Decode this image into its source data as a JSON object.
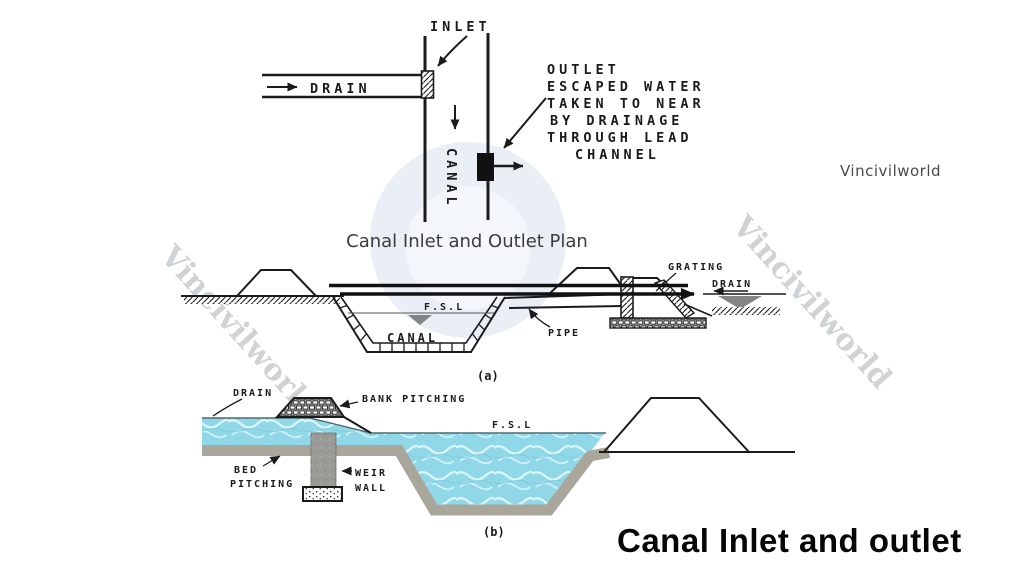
{
  "page": {
    "credit": "Vincivilworld",
    "watermark": "Vincivilworld",
    "title": "Canal Inlet and outlet"
  },
  "plan": {
    "caption": "Canal Inlet and Outlet Plan",
    "inlet": "INLET",
    "drain": "DRAIN",
    "canal": "CANAL",
    "outlet_note": [
      "OUTLET",
      "ESCAPED WATER",
      "TAKEN TO NEAR",
      "BY DRAINAGE",
      "THROUGH LEAD",
      "CHANNEL"
    ]
  },
  "section_a": {
    "fsl": "F.S.L",
    "canal": "CANAL",
    "pipe": "PIPE",
    "grating": "GRATING",
    "drain": "DRAIN",
    "tag": "(a)"
  },
  "section_b": {
    "drain": "DRAIN",
    "bank_pitching": "BANK PITCHING",
    "fsl": "F.S.L",
    "bed_pitching": [
      "BED",
      "PITCHING"
    ],
    "weir_wall": [
      "WEIR",
      "WALL"
    ],
    "tag": "(b)"
  },
  "colors": {
    "water": "#90d8e7",
    "water_hi": "#e9fbff",
    "bed": "#a9a79b",
    "wall": "#9a9a96",
    "circle": "#dce4f0",
    "watermark": "#aab0b6",
    "ink": "#1b1b1b"
  }
}
